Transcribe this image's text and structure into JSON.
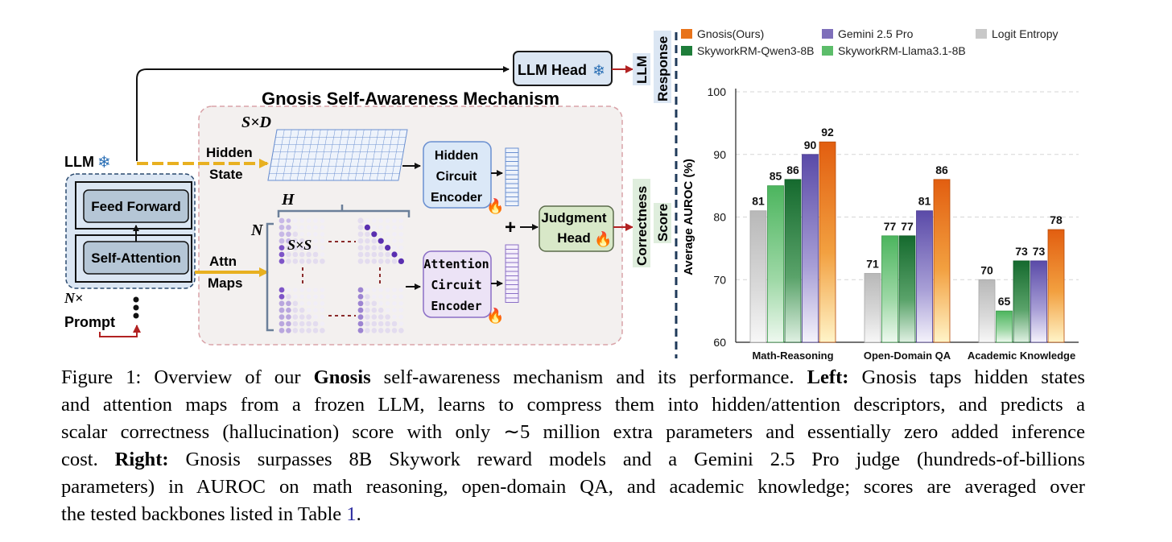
{
  "diagram": {
    "llm_head_label": "LLM Head",
    "response_label": "Response",
    "llm_label": "LLM",
    "section_title": "Gnosis Self-Awareness Mechanism",
    "llm_backbone_label": "LLM",
    "feed_forward_label": "Feed Forward",
    "self_attention_label": "Self-Attention",
    "nx_label": "N×",
    "prompt_label": "Prompt",
    "hidden_state_label_1": "Hidden",
    "hidden_state_label_2": "State",
    "attn_maps_label_1": "Attn",
    "attn_maps_label_2": "Maps",
    "sxd_label": "S×D",
    "h_label": "H",
    "n_label": "N",
    "sxs_label": "S×S",
    "hidden_encoder_label": [
      "Hidden",
      "Circuit",
      "Encoder"
    ],
    "attention_encoder_label": [
      "Attention",
      "Circuit",
      "Encoder"
    ],
    "plus_label": "+",
    "judgment_head_label": [
      "Judgment",
      "Head"
    ],
    "correctness_label": "Correctness",
    "score_label": "Score",
    "snowflake_icon": "❄",
    "fire_icon": "🔥",
    "colors": {
      "gold_arrow": "#e8b020",
      "red_arrow": "#b22222",
      "hidden_blue": "#6a8fd0",
      "attn_purple": "#8b6fc6",
      "encoder_blue_fill": "#dbe8f7",
      "encoder_purple_fill": "#ece3f6",
      "judgment_fill": "#d8e8c8",
      "panel_fill": "#f3f0ef",
      "panel_border": "#d9a3a8",
      "block_fill": "#dbe6f3"
    }
  },
  "chart_data": {
    "type": "bar",
    "categories": [
      "Math-Reasoning",
      "Open-Domain QA",
      "Academic Knowledge"
    ],
    "series": [
      {
        "name": "Logit Entropy",
        "values": [
          81,
          71,
          70
        ],
        "color": "#c8c8c8"
      },
      {
        "name": "SkyworkRM-Llama3.1-8B",
        "values": [
          85,
          77,
          65
        ],
        "color": "#5cbd6a"
      },
      {
        "name": "SkyworkRM-Qwen3-8B",
        "values": [
          86,
          77,
          73
        ],
        "color": "#1e7d3a"
      },
      {
        "name": "Gemini 2.5 Pro",
        "values": [
          90,
          81,
          73
        ],
        "color": "#7e6fba"
      },
      {
        "name": "Gnosis(Ours)",
        "values": [
          92,
          86,
          78
        ],
        "color": "#e8731a"
      }
    ],
    "legend_order": [
      "Gnosis(Ours)",
      "Gemini 2.5 Pro",
      "Logit Entropy",
      "SkyworkRM-Qwen3-8B",
      "SkyworkRM-Llama3.1-8B"
    ],
    "legend_placement": "top",
    "ylabel": "Average AUROC (%)",
    "xlabel": "",
    "ylim": [
      60,
      100
    ],
    "yticks": [
      "60",
      "70",
      "80",
      "90",
      "100"
    ],
    "grid": true
  },
  "caption": {
    "line1_pre": "Figure 1: Overview of our ",
    "line1_bold": "Gnosis",
    "line1_mid": " self-awareness mechanism and its performance. ",
    "line1_bold2": "Left:",
    "line1_post": " Gnosis taps hidden states",
    "line2": "and attention maps from a frozen LLM, learns to compress them into hidden/attention descriptors, and predicts a",
    "line3": "scalar correctness (hallucination) score with only ∼5 million extra parameters and essentially zero added inference",
    "line4_pre": "cost.  ",
    "line4_bold": "Right:",
    "line4_post": " Gnosis surpasses 8B Skywork reward models and a Gemini 2.5 Pro judge (hundreds-of-billions",
    "line5": "parameters) in AUROC on math reasoning, open-domain QA, and academic knowledge; scores are averaged over",
    "line6_pre": "the tested backbones listed in Table ",
    "line6_ref": "1",
    "line6_post": "."
  }
}
